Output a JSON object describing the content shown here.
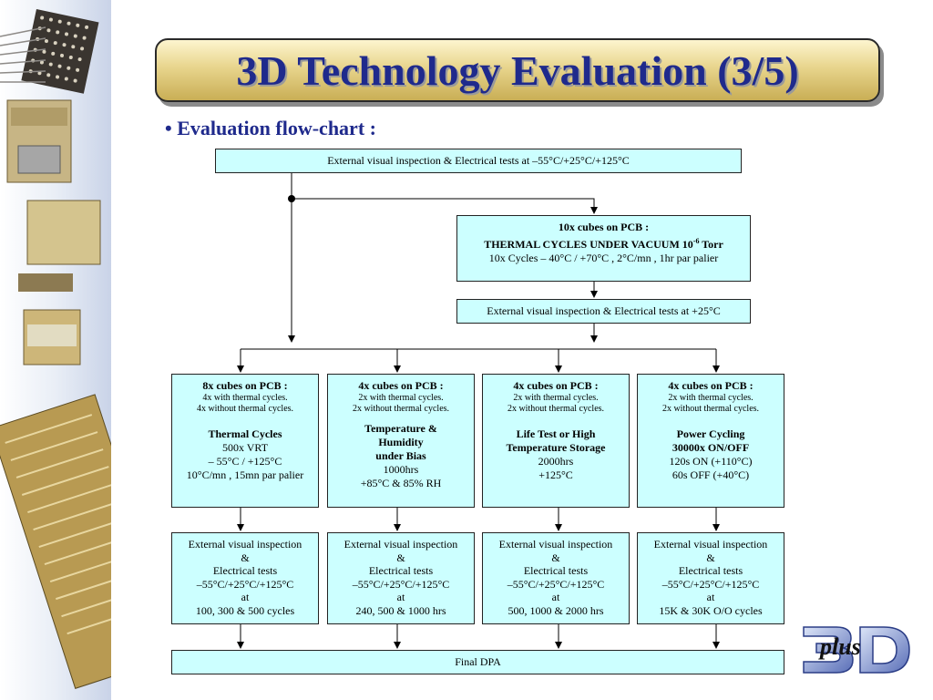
{
  "title": "3D Technology Evaluation (3/5)",
  "bullet": "• Evaluation flow-chart :",
  "top_box": "External visual inspection & Electrical tests at –55°C/+25°C/+125°C",
  "vacuum_box": {
    "line1": "10x cubes on PCB :",
    "line2_main": "THERMAL CYCLES UNDER VACUUM 10",
    "line2_exp": "-6",
    "line2_unit": " Torr",
    "line3": "10x Cycles – 40°C / +70°C , 2°C/mn , 1hr par palier"
  },
  "ext25_box": "External visual inspection & Electrical tests at +25°C",
  "tests": [
    {
      "header": "8x cubes on PCB :",
      "sub1": "4x with thermal cycles.",
      "sub2": "4x without thermal cycles.",
      "name": "Thermal Cycles",
      "detail": [
        "500x VRT",
        "– 55°C / +125°C",
        "10°C/mn , 15mn par palier"
      ]
    },
    {
      "header": "4x cubes on PCB :",
      "sub1": "2x with thermal cycles.",
      "sub2": "2x without thermal cycles.",
      "name_lines": [
        "Temperature &",
        "Humidity",
        "under Bias"
      ],
      "detail": [
        "1000hrs",
        "+85°C & 85% RH"
      ]
    },
    {
      "header": "4x cubes on PCB :",
      "sub1": "2x with thermal cycles.",
      "sub2": "2x without thermal cycles.",
      "name_lines": [
        "Life Test or High",
        "Temperature Storage"
      ],
      "detail": [
        "2000hrs",
        "+125°C"
      ]
    },
    {
      "header": "4x cubes on PCB :",
      "sub1": "2x with thermal cycles.",
      "sub2": "2x without thermal cycles.",
      "name_lines": [
        "Power Cycling",
        "30000x ON/OFF"
      ],
      "detail": [
        "120s ON (+110°C)",
        "60s OFF (+40°C)"
      ]
    }
  ],
  "ext_boxes": [
    {
      "lines": [
        "External visual inspection",
        "&",
        "Electrical tests",
        "–55°C/+25°C/+125°C",
        "at",
        "100, 300 & 500 cycles"
      ]
    },
    {
      "lines": [
        "External visual inspection",
        "&",
        "Electrical tests",
        "–55°C/+25°C/+125°C",
        "at",
        "240, 500 & 1000 hrs"
      ]
    },
    {
      "lines": [
        "External visual inspection",
        "&",
        "Electrical tests",
        "–55°C/+25°C/+125°C",
        "at",
        "500, 1000 & 2000 hrs"
      ]
    },
    {
      "lines": [
        "External visual inspection",
        "&",
        "Electrical tests",
        "–55°C/+25°C/+125°C",
        "at",
        "15K & 30K O/O cycles"
      ]
    }
  ],
  "final_box": "Final DPA",
  "logo_text": "plus",
  "colors": {
    "title": "#1f2a8c",
    "box_fill": "#ccffff",
    "gold": "#e8d58d"
  }
}
